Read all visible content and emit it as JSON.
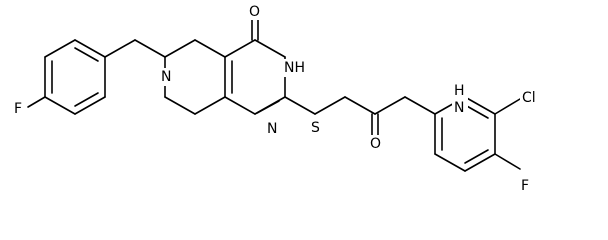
{
  "structure": {
    "atoms": {
      "o_carbonyl_ring": "O",
      "nh_ring": "NH",
      "n_piperidine": "N",
      "n_pyrimidine": "N",
      "s_thioether": "S",
      "f_benzyl": "F",
      "o_amide": "O",
      "nh_amide": "N",
      "h_amide": "H",
      "cl_aryl": "Cl",
      "f_aryl": "F"
    }
  }
}
